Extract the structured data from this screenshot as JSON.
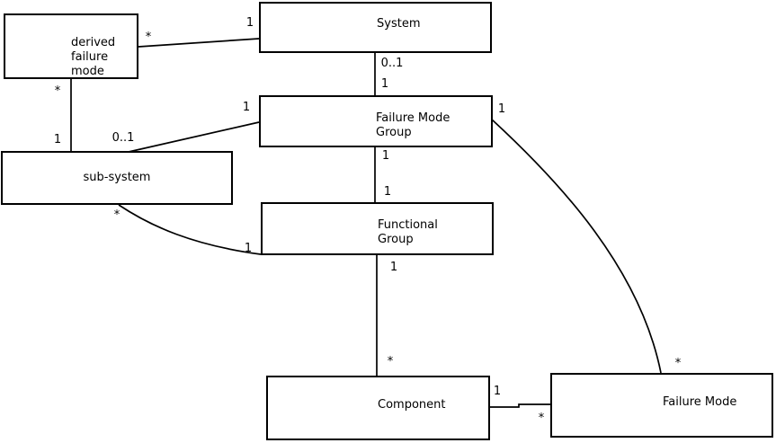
{
  "diagram": {
    "colors": {
      "background": "#ffffff",
      "line": "#000000",
      "box_border": "#000000",
      "text": "#000000"
    },
    "boxes": [
      {
        "id": "derived-failure-mode",
        "label": "derived\nfailure\nmode"
      },
      {
        "id": "system",
        "label": "System"
      },
      {
        "id": "failure-mode-group",
        "label": "Failure Mode\nGroup"
      },
      {
        "id": "sub-system",
        "label": "sub-system"
      },
      {
        "id": "functional-group",
        "label": "Functional\nGroup"
      },
      {
        "id": "component",
        "label": "Component"
      },
      {
        "id": "failure-mode",
        "label": "Failure Mode"
      }
    ],
    "edges": [
      {
        "from": "derived failure mode",
        "to": "System",
        "from_label": "*",
        "to_label": "1"
      },
      {
        "from": "derived failure mode",
        "to": "sub-system",
        "from_label": "*",
        "to_label": "1"
      },
      {
        "from": "System",
        "to": "Failure Mode Group",
        "from_label": "0..1",
        "to_label": "1"
      },
      {
        "from": "Failure Mode Group",
        "to": "sub-system",
        "from_label": "1",
        "to_label": "0..1"
      },
      {
        "from": "Failure Mode Group",
        "to": "Functional Group",
        "from_label": "1",
        "to_label": "1"
      },
      {
        "from": "sub-system",
        "to": "Functional Group",
        "from_label": "*",
        "to_label": "1"
      },
      {
        "from": "Functional Group",
        "to": "Component",
        "from_label": "1",
        "to_label": "*"
      },
      {
        "from": "Component",
        "to": "Failure Mode",
        "from_label": "1",
        "to_label": "*"
      },
      {
        "from": "Failure Mode Group",
        "to": "Failure Mode",
        "from_label": "1",
        "to_label": "*"
      }
    ]
  }
}
